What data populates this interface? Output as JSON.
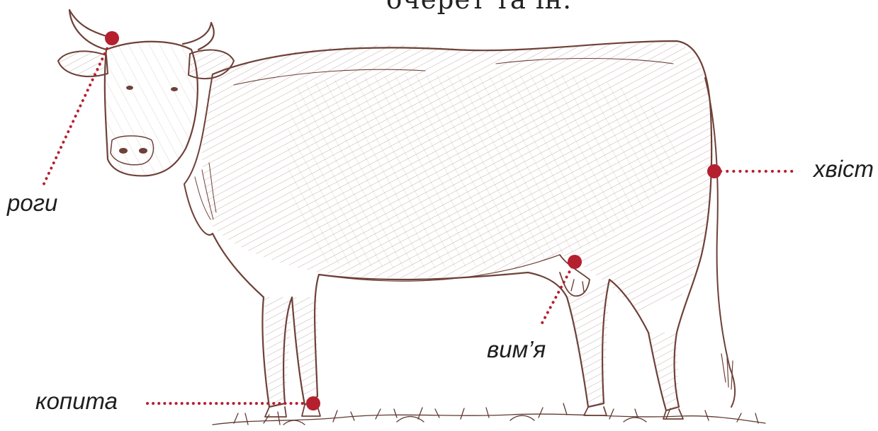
{
  "top_text": "очерет та ін.",
  "labels": {
    "horns": "роги",
    "tail": "хвіст",
    "udder": "вим’я",
    "hooves": "копита"
  },
  "colors": {
    "marker": "#b5202e",
    "ink": "#6e4138",
    "ink_light": "#9a6e63",
    "text": "#1e1e1e",
    "background": "#ffffff"
  },
  "illustration": "cow-sketch"
}
